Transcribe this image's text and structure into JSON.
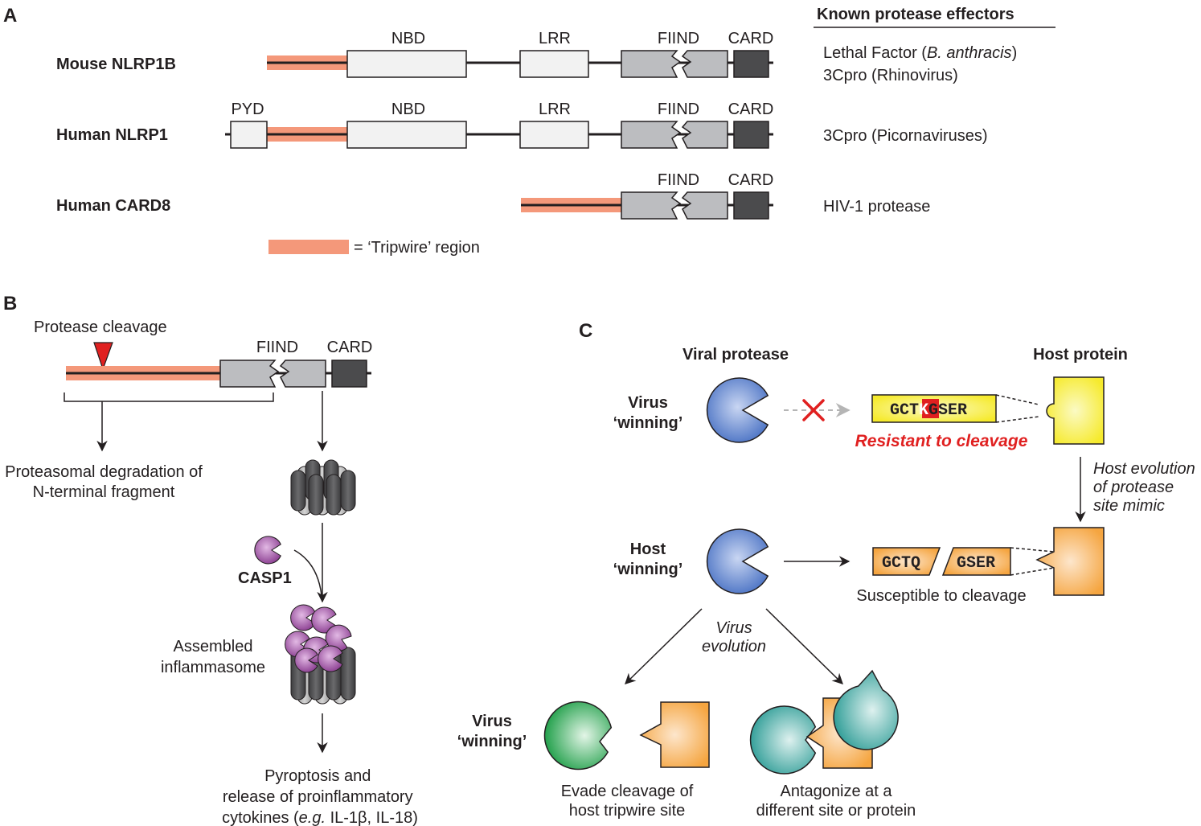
{
  "panel_a": {
    "letter": "A",
    "effectors_header": "Known protease effectors",
    "rows": [
      {
        "name": "Mouse NLRP1B",
        "effectors": [
          [
            "Lethal Factor (",
            "B. anthracis",
            ")"
          ],
          [
            "3Cpro (Rhinovirus)",
            "",
            ""
          ]
        ]
      },
      {
        "name": "Human NLRP1",
        "effectors": [
          [
            "3Cpro (Picornaviruses)",
            "",
            ""
          ]
        ]
      },
      {
        "name": "Human CARD8",
        "effectors": [
          [
            "HIV-1 protease",
            "",
            ""
          ]
        ]
      }
    ],
    "domains": {
      "pyd": "PYD",
      "nbd": "NBD",
      "lrr": "LRR",
      "fiind": "FIIND",
      "card": "CARD"
    },
    "legend_label": "= ‘Tripwire’ region"
  },
  "panel_b": {
    "letter": "B",
    "cleavage_label": "Protease cleavage",
    "fiind": "FIIND",
    "card": "CARD",
    "degradation_label": [
      "Proteasomal degradation of",
      "N-terminal fragment"
    ],
    "casp1": "CASP1",
    "assembled_label": [
      "Assembled",
      "inflammasome"
    ],
    "outcome_label": [
      "Pyroptosis and",
      "release of proinflammatory",
      "cytokines (",
      "e.g.",
      " IL-1β, IL-18)"
    ]
  },
  "panel_c": {
    "letter": "C",
    "viral_protease": "Viral protease",
    "host_protein": "Host protein",
    "virus_winning": [
      "Virus",
      "‘winning’"
    ],
    "host_winning": [
      "Host",
      "‘winning’"
    ],
    "resistant_seq": [
      "GCT",
      "K",
      "GSER"
    ],
    "resistant_label": "Resistant to cleavage",
    "host_evolution": [
      "Host evolution",
      "of protease",
      "site mimic"
    ],
    "susceptible_seq": [
      "GCTQ",
      "GSER"
    ],
    "susceptible_label": "Susceptible to cleavage",
    "virus_evolution": [
      "Virus",
      "evolution"
    ],
    "evade_label": [
      "Evade cleavage of",
      "host tripwire site"
    ],
    "antagonize_label": [
      "Antagonize at a",
      "different site or protein"
    ]
  },
  "colors": {
    "tripwire": "#f4987a",
    "viral_blue": "#4a72c4",
    "casp1_purple": "#9b4d9f",
    "host_yellow": "#f7ee3a",
    "host_orange": "#f5a540",
    "evade_green": "#2ea354",
    "antagonist_teal": "#3fa39c",
    "cleavage_red": "#e02020",
    "box_light": "#f2f2f2",
    "box_mid": "#bcbdc0",
    "box_dark": "#4b4b4d"
  }
}
